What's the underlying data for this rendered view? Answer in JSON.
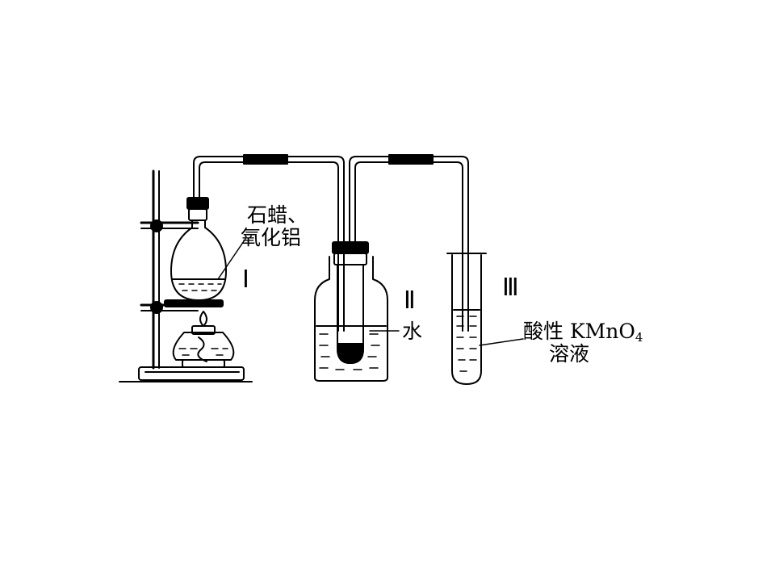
{
  "labels": {
    "flask_contents_line1": "石蜡、",
    "flask_contents_line2": "氧化铝",
    "apparatus_1": "Ⅰ",
    "apparatus_2": "Ⅱ",
    "apparatus_3": "Ⅲ",
    "water": "水",
    "reagent_prefix": "酸性 KMnO",
    "reagent_subscript": "4",
    "reagent_line2": "溶液"
  },
  "colors": {
    "ink": "#000000",
    "background": "#ffffff"
  }
}
